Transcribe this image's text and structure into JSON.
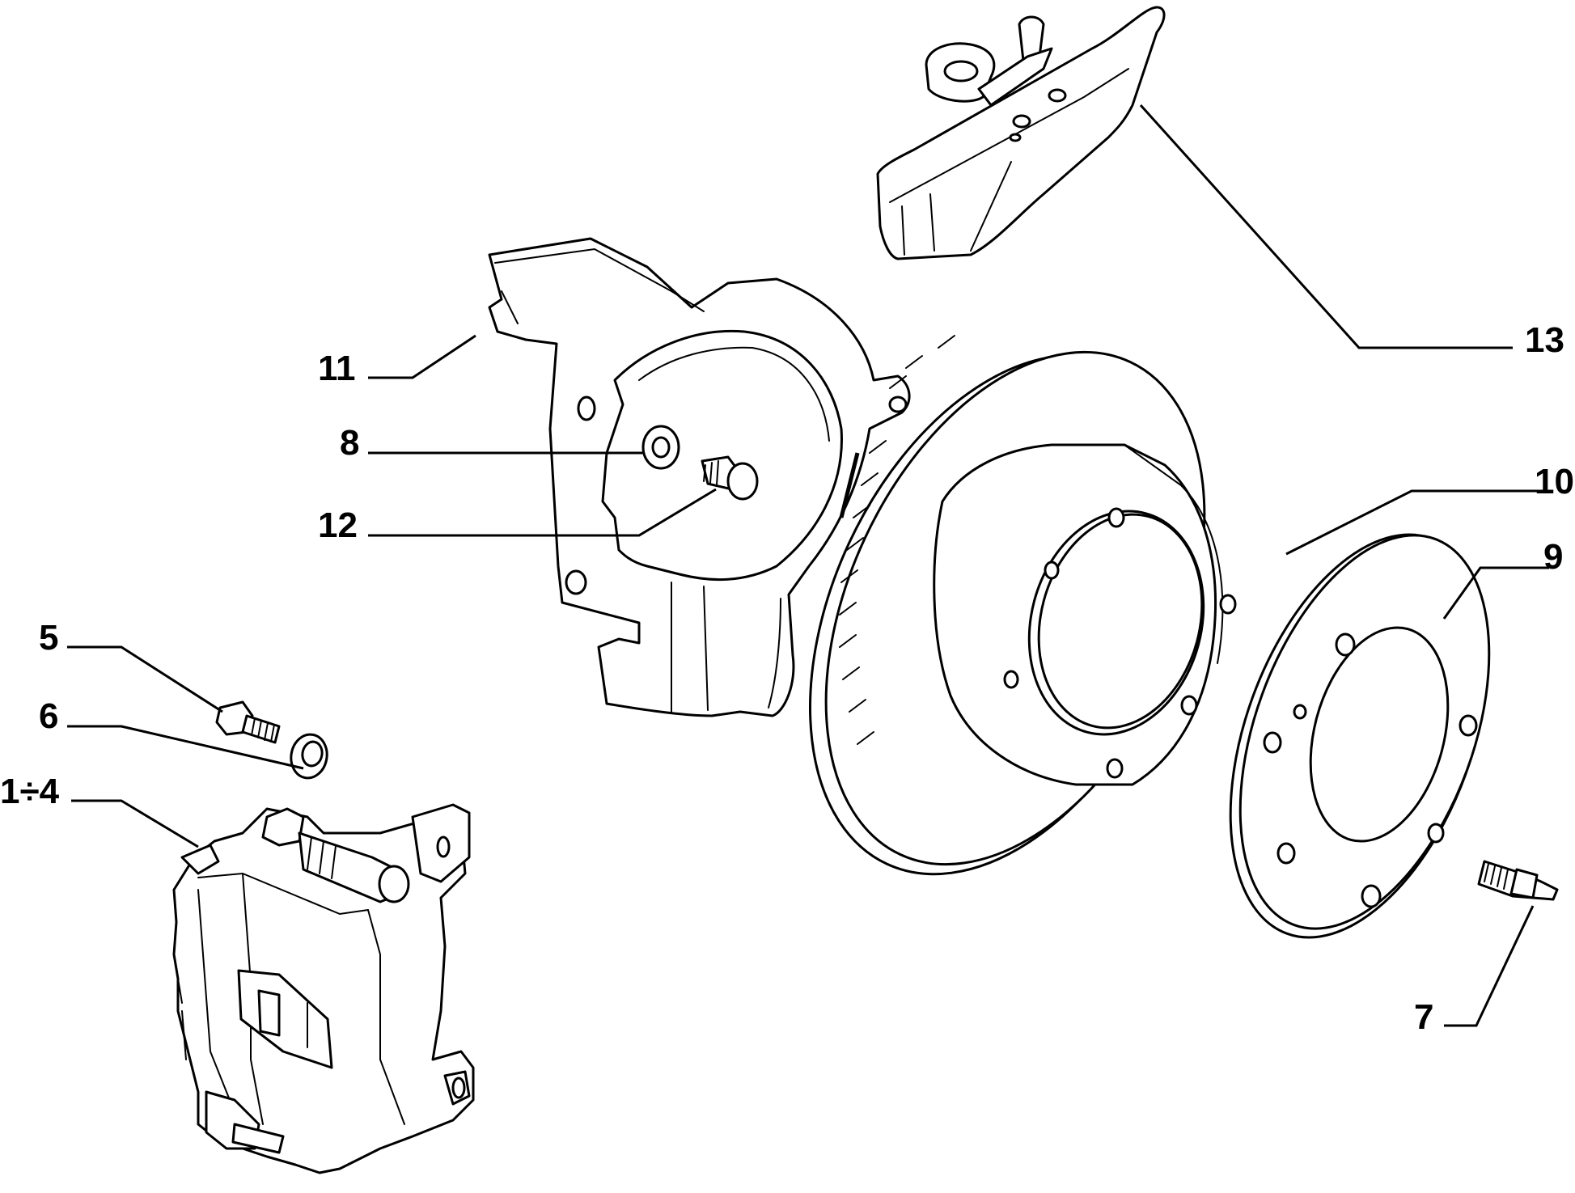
{
  "labels": {
    "part_1_4": "1÷4",
    "part_5": "5",
    "part_6": "6",
    "part_7": "7",
    "part_8": "8",
    "part_9": "9",
    "part_10": "10",
    "part_11": "11",
    "part_12": "12",
    "part_13": "13"
  }
}
